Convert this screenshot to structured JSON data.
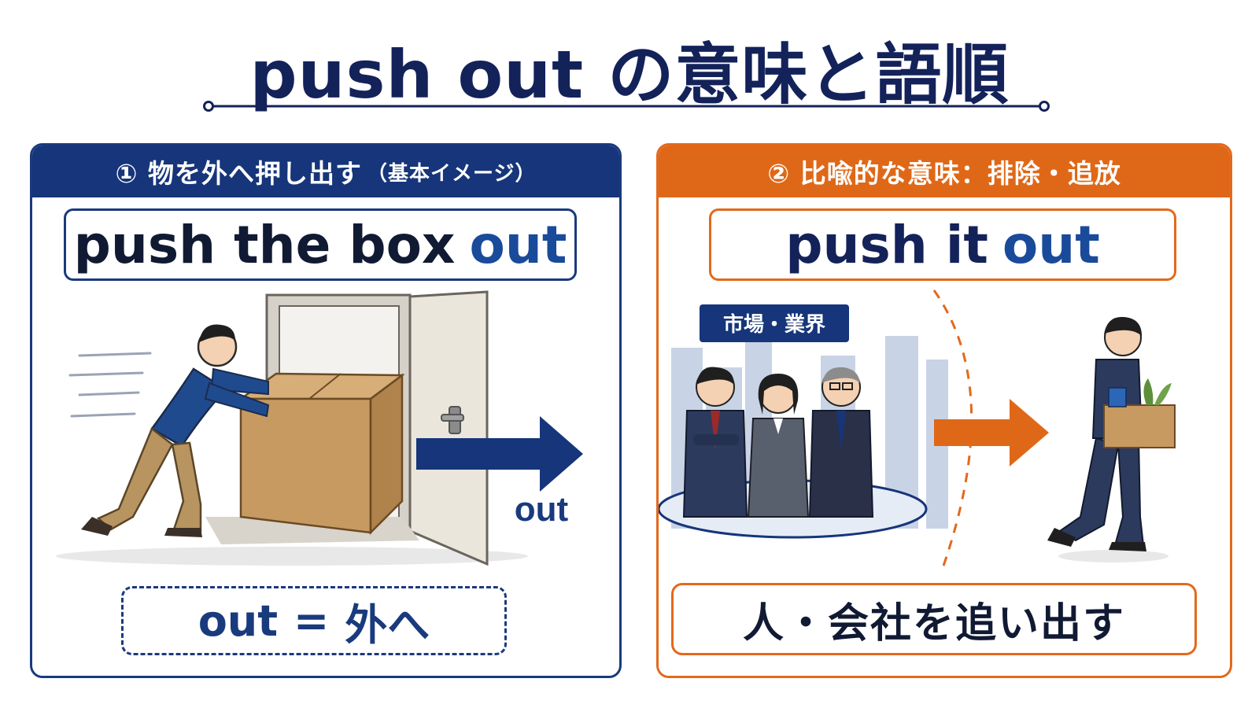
{
  "title": "push out の意味と語順",
  "left_panel": {
    "header": "① 物を外へ押し出す",
    "header_note": "（基本イメージ）",
    "phrase_main": "push the box",
    "phrase_highlight": "out",
    "arrow_label": "out",
    "meaning_left": "out",
    "meaning_eq": "=",
    "meaning_right": "外へ"
  },
  "right_panel": {
    "header": "② 比喩的な意味：排除・追放",
    "phrase_main": "push it",
    "phrase_highlight": "out",
    "group_sign": "市場・業界",
    "result": "人・会社を追い出す"
  },
  "colors": {
    "navy": "#16357a",
    "orange": "#df6818",
    "box_brown": "#c79a62",
    "suit": "#2c3a5e"
  },
  "icons": [
    "person-pushing-box",
    "open-door-icon",
    "arrow-right-icon",
    "city-skyline",
    "business-group",
    "person-leaving-with-box"
  ]
}
